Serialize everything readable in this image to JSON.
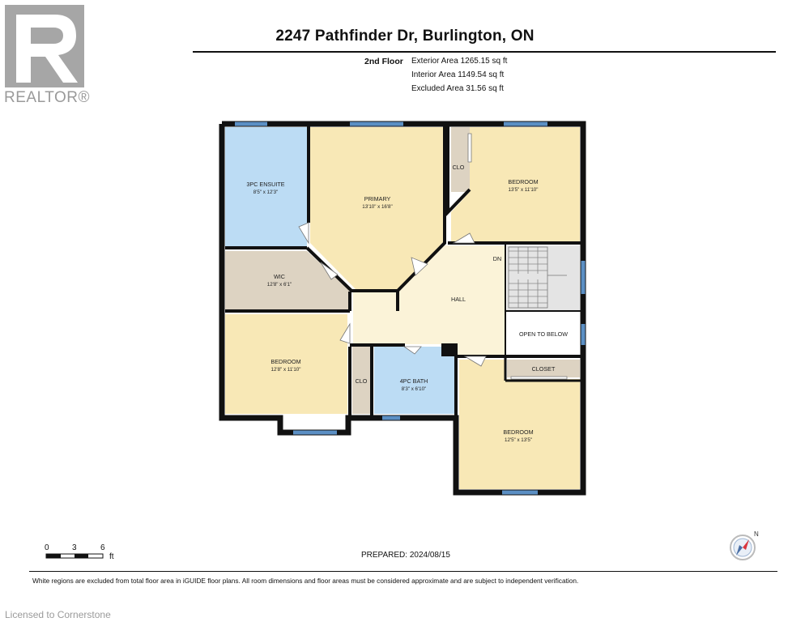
{
  "header": {
    "address": "2247 Pathfinder Dr, Burlington, ON",
    "floor": "2nd Floor",
    "exterior_area": "Exterior Area 1265.15 sq ft",
    "interior_area": "Interior Area 1149.54 sq ft",
    "excluded_area": "Excluded Area 31.56 sq ft"
  },
  "logo": {
    "text": "REALTOR®",
    "icon": "realtor-r-icon"
  },
  "rooms": {
    "ensuite": {
      "label": "3PC ENSUITE",
      "dims": "8'5\" x 12'3\""
    },
    "primary": {
      "label": "PRIMARY",
      "dims": "13'10\" x 16'8\""
    },
    "clo_top": {
      "label": "CLO"
    },
    "bedroom_ne": {
      "label": "BEDROOM",
      "dims": "13'5\" x 11'10\""
    },
    "wic": {
      "label": "WIC",
      "dims": "12'8\" x 6'1\""
    },
    "dn": {
      "label": "DN"
    },
    "hall": {
      "label": "HALL"
    },
    "open_below": {
      "label": "OPEN TO BELOW"
    },
    "bedroom_sw": {
      "label": "BEDROOM",
      "dims": "12'8\" x 11'10\""
    },
    "clo_mid": {
      "label": "CLO"
    },
    "bath": {
      "label": "4PC BATH",
      "dims": "8'3\" x 6'10\""
    },
    "closet": {
      "label": "CLOSET"
    },
    "bedroom_se": {
      "label": "BEDROOM",
      "dims": "12'5\" x 13'5\""
    }
  },
  "scale": {
    "t0": "0",
    "t3": "3",
    "t6": "6",
    "unit": "ft"
  },
  "prepared": "PREPARED:  2024/08/15",
  "disclaimer": "White regions are excluded from total floor area in iGUIDE floor plans. All room dimensions and floor areas must be considered approximate and are subject to independent verification.",
  "footer": "Licensed to Cornerstone",
  "compass": {
    "label": "N",
    "icon": "compass-icon"
  },
  "colors": {
    "wall": "#111111",
    "bedroom_fill": "#f8e8b6",
    "primary_fill": "#f8e8b6",
    "hall_fill": "#fbf3d8",
    "bath_fill": "#bcdcf4",
    "closet_fill": "#ddd3c2",
    "window": "#5b8fc4",
    "stair_fill": "#e4e4e4"
  }
}
